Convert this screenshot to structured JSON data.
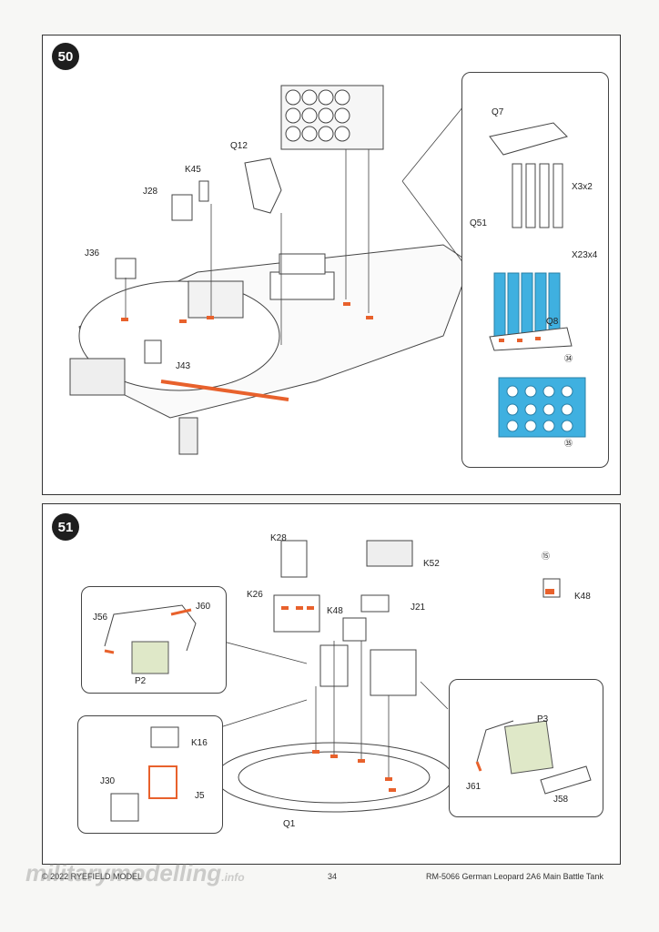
{
  "steps": [
    {
      "number": "50",
      "labels": {
        "q7": "Q7",
        "x3x2": "X3x2",
        "q12": "Q12",
        "k45": "K45",
        "j28": "J28",
        "q51": "Q51",
        "x23x4": "X23x4",
        "j36": "J36",
        "q8": "Q8",
        "j43": "J43",
        "c34": "㉞",
        "c35": "㉟"
      }
    },
    {
      "number": "51",
      "labels": {
        "k28": "K28",
        "k52": "K52",
        "c15": "⑮",
        "k26": "K26",
        "k48a": "K48",
        "j21": "J21",
        "k48b": "K48",
        "j60": "J60",
        "j56": "J56",
        "p2": "P2",
        "k16": "K16",
        "j30": "J30",
        "j5": "J5",
        "q1": "Q1",
        "p3": "P3",
        "j61": "J61",
        "j58": "J58"
      }
    }
  ],
  "footer": {
    "copyright": "© 2022 RYEFIELD MODEL",
    "page": "34",
    "title": "RM-5066 German Leopard 2A6 Main Battle Tank"
  },
  "watermark": {
    "text": "militarymodelling",
    "suffix": ".info"
  },
  "colors": {
    "highlight": "#e8612c",
    "blue_part": "#3fb0e0",
    "border": "#333333"
  }
}
